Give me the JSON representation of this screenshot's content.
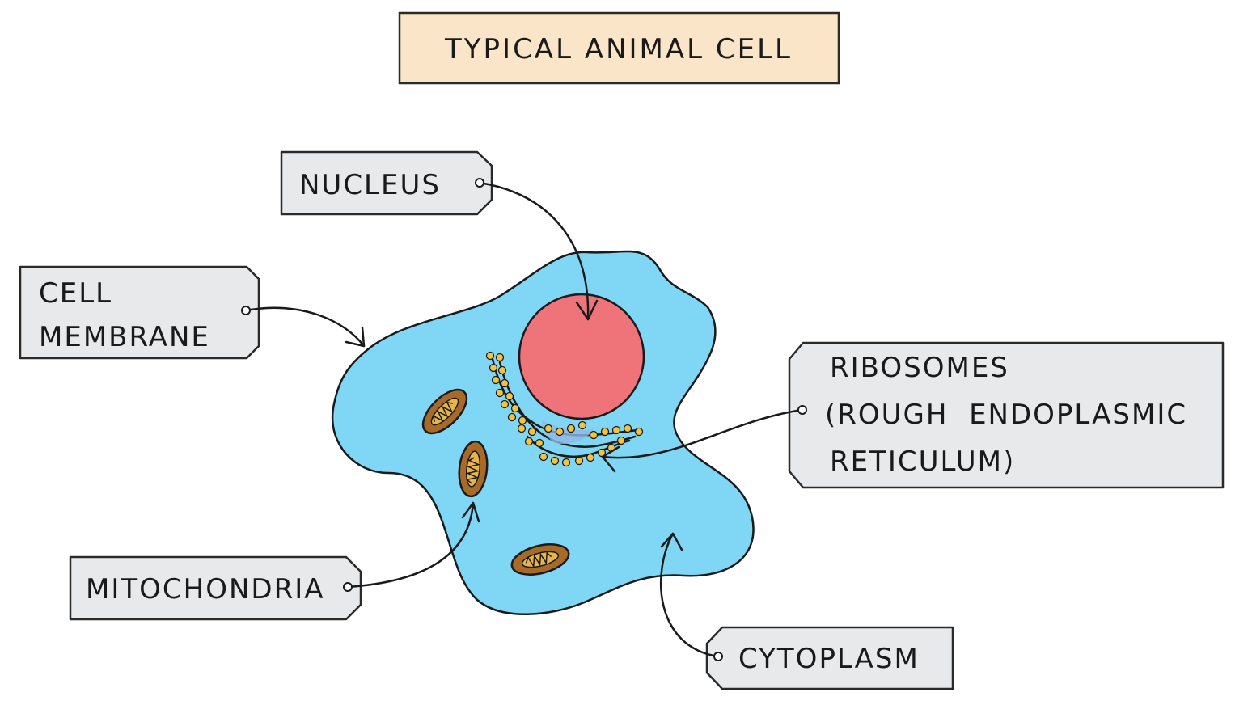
{
  "title": "TYPICAL ANIMAL CELL",
  "colors": {
    "title_bg": "#fbe5c8",
    "cytoplasm": "#7fd7f5",
    "nucleus": "#ee747a",
    "mitochondria": "#a86a28",
    "mito_inner": "#e8b54a",
    "ribosome": "#f3c43c",
    "er": "#4aa7cf",
    "tag_bg": "#e8e9ea"
  },
  "labels": {
    "nucleus": [
      "NUCLEUS"
    ],
    "cell_membrane": [
      "CELL",
      "MEMBRANE"
    ],
    "ribosomes": [
      "RIBOSOMES",
      "(ROUGH  ENDOPLASMIC",
      "RETICULUM)"
    ],
    "mitochondria": [
      "MITOCHONDRIA"
    ],
    "cytoplasm": [
      "CYTOPLASM"
    ]
  }
}
